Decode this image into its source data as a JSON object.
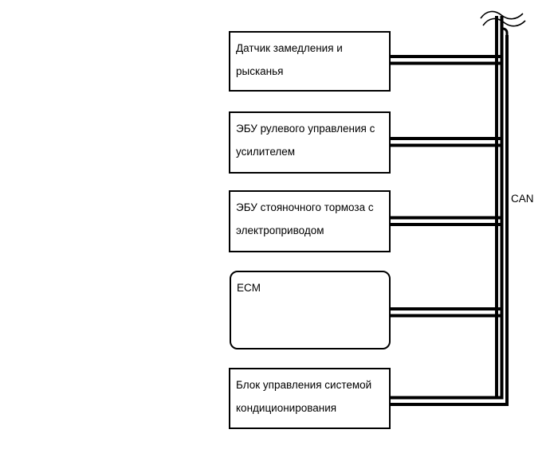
{
  "diagram": {
    "bus_label": "CAN",
    "nodes": [
      {
        "id": "yaw-sensor",
        "label_line1": "Датчик замедления и",
        "label_line2": "рысканья"
      },
      {
        "id": "power-steering-ecu",
        "label_line1": "ЭБУ рулевого управления с",
        "label_line2": "усилителем"
      },
      {
        "id": "parking-brake-ecu",
        "label_line1": "ЭБУ стояночного тормоза с",
        "label_line2": "электроприводом"
      },
      {
        "id": "ecm",
        "label_line1": "ECM",
        "label_line2": ""
      },
      {
        "id": "ac-control-unit",
        "label_line1": "Блок управления системой",
        "label_line2": "кондиционирования"
      }
    ],
    "icons": {
      "bus_break": "wavy-break-icon"
    },
    "colors": {
      "line": "#000000",
      "background": "#ffffff"
    }
  }
}
